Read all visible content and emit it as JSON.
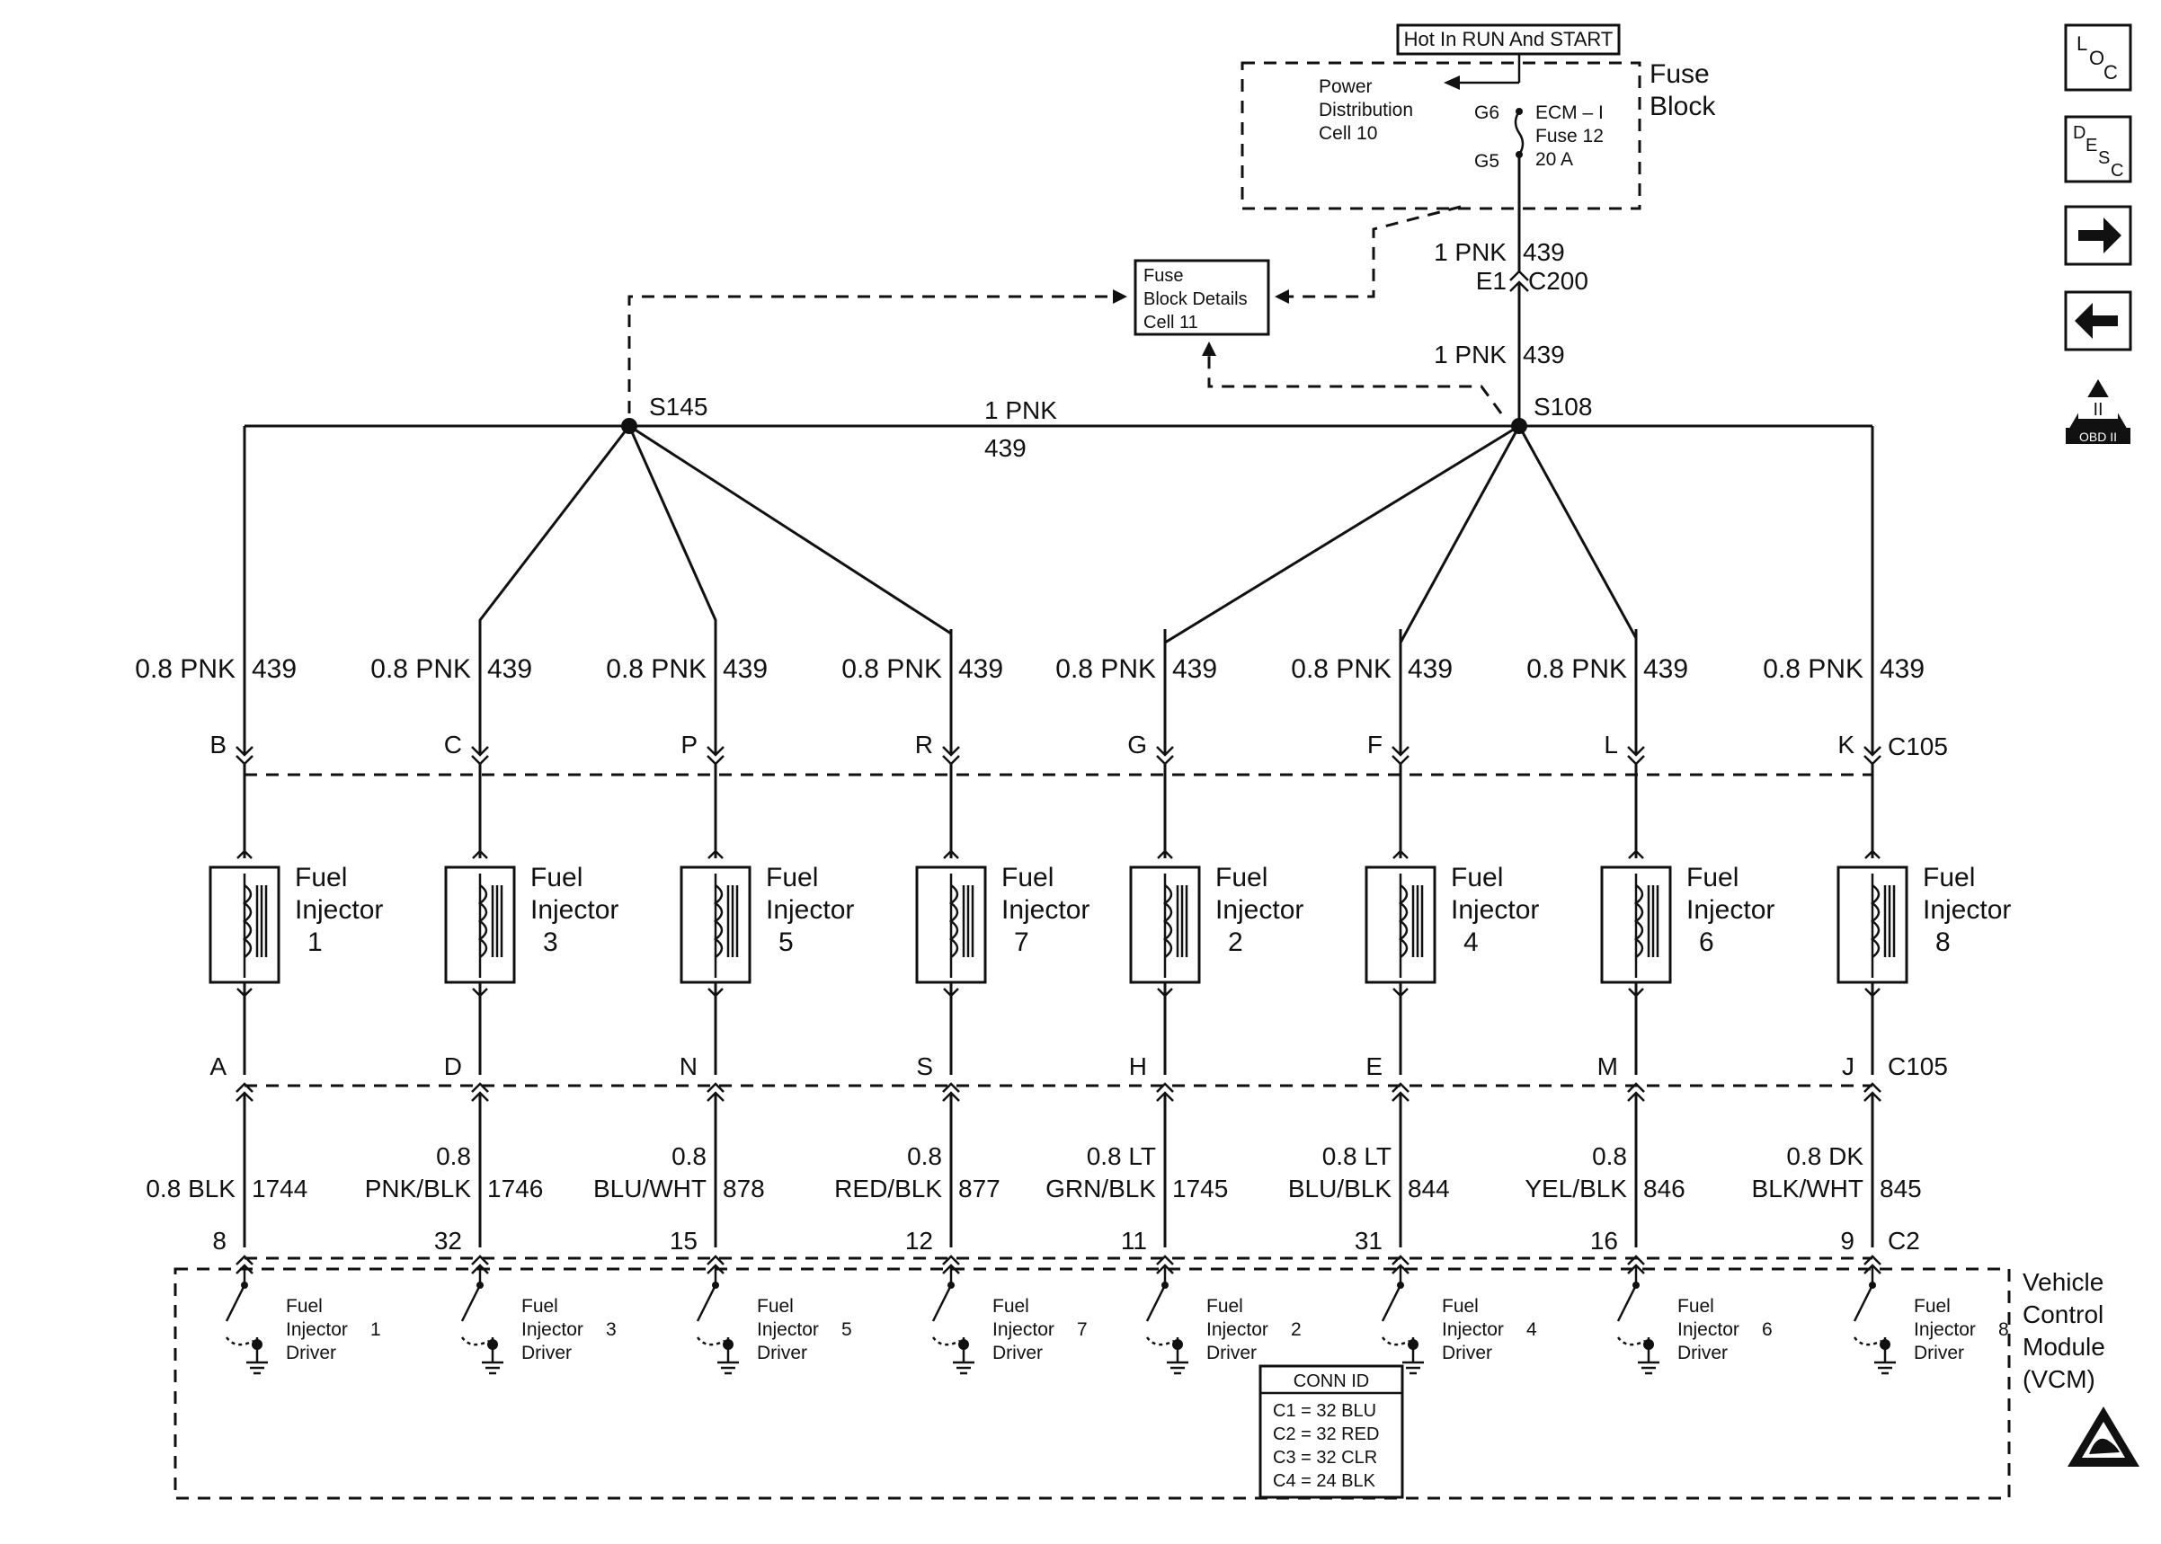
{
  "header": {
    "hot_label": "Hot In RUN And START",
    "fuse_block_label_1": "Fuse",
    "fuse_block_label_2": "Block",
    "power_dist_1": "Power",
    "power_dist_2": "Distribution",
    "power_dist_3": "Cell 10",
    "g6": "G6",
    "g5": "G5",
    "fuse_name": "ECM – I",
    "fuse_num": "Fuse 12",
    "fuse_amp": "20 A",
    "details_1": "Fuse",
    "details_2": "Block Details",
    "details_3": "Cell 11"
  },
  "feed": {
    "upper_wire": "1 PNK",
    "upper_circuit": "439",
    "conn_pin": "E1",
    "conn_name": "C200",
    "lower_wire": "1 PNK",
    "lower_circuit": "439",
    "splice_left": "S145",
    "splice_right": "S108",
    "bus_wire": "1 PNK",
    "bus_circuit": "439"
  },
  "connectors": {
    "upper": "C105",
    "lower": "C105",
    "vcm": "C2"
  },
  "injector_word_1": "Fuel",
  "injector_word_2": "Injector",
  "driver_word_1": "Fuel",
  "driver_word_2": "Injector",
  "driver_word_3": "Driver",
  "channels": [
    {
      "feed_wire": "0.8 PNK",
      "feed_circuit": "439",
      "top_pin": "B",
      "injector": "1",
      "bottom_pin": "A",
      "ctrl_wire_1": "",
      "ctrl_wire_2": "0.8 BLK",
      "ctrl_circuit": "1744",
      "vcm_pin": "8",
      "driver_num": "1"
    },
    {
      "feed_wire": "0.8 PNK",
      "feed_circuit": "439",
      "top_pin": "C",
      "injector": "3",
      "bottom_pin": "D",
      "ctrl_wire_1": "0.8",
      "ctrl_wire_2": "PNK/BLK",
      "ctrl_circuit": "1746",
      "vcm_pin": "32",
      "driver_num": "3"
    },
    {
      "feed_wire": "0.8 PNK",
      "feed_circuit": "439",
      "top_pin": "P",
      "injector": "5",
      "bottom_pin": "N",
      "ctrl_wire_1": "0.8",
      "ctrl_wire_2": "BLU/WHT",
      "ctrl_circuit": "878",
      "vcm_pin": "15",
      "driver_num": "5"
    },
    {
      "feed_wire": "0.8 PNK",
      "feed_circuit": "439",
      "top_pin": "R",
      "injector": "7",
      "bottom_pin": "S",
      "ctrl_wire_1": "0.8",
      "ctrl_wire_2": "RED/BLK",
      "ctrl_circuit": "877",
      "vcm_pin": "12",
      "driver_num": "7"
    },
    {
      "feed_wire": "0.8 PNK",
      "feed_circuit": "439",
      "top_pin": "G",
      "injector": "2",
      "bottom_pin": "H",
      "ctrl_wire_1": "0.8 LT",
      "ctrl_wire_2": "GRN/BLK",
      "ctrl_circuit": "1745",
      "vcm_pin": "11",
      "driver_num": "2"
    },
    {
      "feed_wire": "0.8 PNK",
      "feed_circuit": "439",
      "top_pin": "F",
      "injector": "4",
      "bottom_pin": "E",
      "ctrl_wire_1": "0.8 LT",
      "ctrl_wire_2": "BLU/BLK",
      "ctrl_circuit": "844",
      "vcm_pin": "31",
      "driver_num": "4"
    },
    {
      "feed_wire": "0.8 PNK",
      "feed_circuit": "439",
      "top_pin": "L",
      "injector": "6",
      "bottom_pin": "M",
      "ctrl_wire_1": "0.8",
      "ctrl_wire_2": "YEL/BLK",
      "ctrl_circuit": "846",
      "vcm_pin": "16",
      "driver_num": "6"
    },
    {
      "feed_wire": "0.8 PNK",
      "feed_circuit": "439",
      "top_pin": "K",
      "injector": "8",
      "bottom_pin": "J",
      "ctrl_wire_1": "0.8 DK",
      "ctrl_wire_2": "BLK/WHT",
      "ctrl_circuit": "845",
      "vcm_pin": "9",
      "driver_num": "8"
    }
  ],
  "vcm": {
    "label_1": "Vehicle",
    "label_2": "Control",
    "label_3": "Module",
    "label_4": "(VCM)"
  },
  "conn_id": {
    "title": "CONN ID",
    "rows": [
      "C1 = 32 BLU",
      "C2 = 32 RED",
      "C3 = 32 CLR",
      "C4 = 24 BLK"
    ]
  },
  "side_nav": {
    "loc_1": "L",
    "loc_2": "O",
    "loc_3": "C",
    "desc_1": "D",
    "desc_2": "E",
    "desc_3": "S",
    "desc_4": "C",
    "obd_num": "II",
    "obd_label": "OBD II"
  }
}
